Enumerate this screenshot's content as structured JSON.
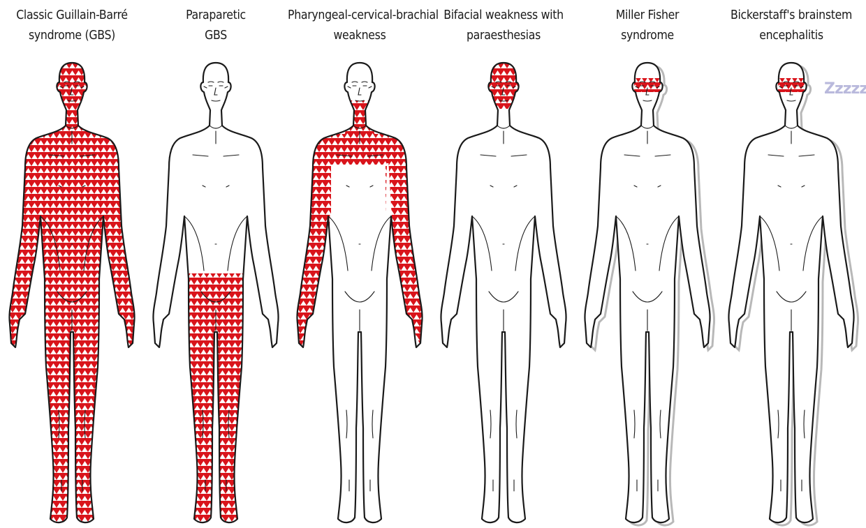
{
  "figure": {
    "colors": {
      "affected_fill": "#d9141b",
      "pattern_mark": "#ffffff",
      "outline": "#1a1a1a",
      "ataxia_shadow": "#9a9a9a",
      "sleep_text": "#b9b9dc"
    },
    "panels": [
      {
        "id": "classic",
        "title_lines": [
          "Classic Guillain-Barré",
          "syndrome (GBS)"
        ],
        "affected_regions": [
          "whole body"
        ],
        "ataxia_outline": false,
        "drowsiness": false
      },
      {
        "id": "paraparetic",
        "title_lines": [
          "Paraparetic",
          "GBS"
        ],
        "affected_regions": [
          "legs"
        ],
        "ataxia_outline": false,
        "drowsiness": false
      },
      {
        "id": "pcb",
        "title_lines": [
          "Pharyngeal-cervical-brachial",
          "weakness"
        ],
        "affected_regions": [
          "throat",
          "neck",
          "shoulders",
          "arms"
        ],
        "ataxia_outline": false,
        "drowsiness": false
      },
      {
        "id": "bifacial",
        "title_lines": [
          "Bifacial weakness with",
          "paraesthesias"
        ],
        "affected_regions": [
          "face"
        ],
        "ataxia_outline": false,
        "drowsiness": false
      },
      {
        "id": "miller-fisher",
        "title_lines": [
          "Miller Fisher",
          "syndrome"
        ],
        "affected_regions": [
          "eyes"
        ],
        "ataxia_outline": true,
        "drowsiness": false
      },
      {
        "id": "bickerstaff",
        "title_lines": [
          "Bickerstaff's brainstem",
          "encephalitis"
        ],
        "affected_regions": [
          "eyes"
        ],
        "ataxia_outline": true,
        "drowsiness": true,
        "drowsiness_text": "Zzzzz"
      }
    ]
  }
}
